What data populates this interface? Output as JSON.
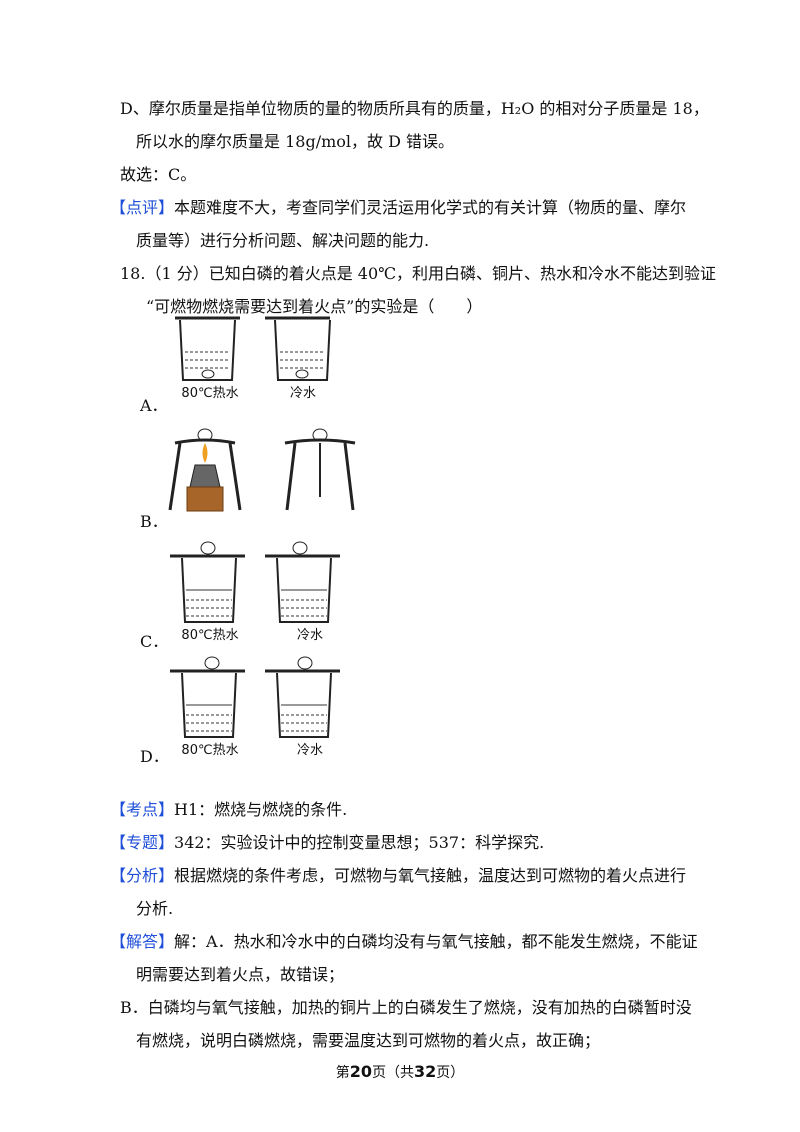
{
  "lines": {
    "d1": "D、摩尔质量是指单位物质的量的物质所具有的质量，H₂O 的相对分子质量是 18，",
    "d2": "所以水的摩尔质量是 18g/mol，故 D 错误。",
    "choice": "故选：C。",
    "dianping_tag": "【点评】",
    "dianping1": "本题难度不大，考查同学们灵活运用化学式的有关计算（物质的量、摩尔",
    "dianping2": "质量等）进行分析问题、解决问题的能力.",
    "q18a": "18.（1 分）已知白磷的着火点是 40℃，利用白磷、铜片、热水和冷水不能达到验证",
    "q18b": "“可燃物燃烧需要达到着火点”的实验是（　　）",
    "kaodian_tag": "【考点】",
    "kaodian": "H1：燃烧与燃烧的条件.",
    "zhuanti_tag": "【专题】",
    "zhuanti": "342：实验设计中的控制变量思想；537：科学探究.",
    "fenxi_tag": "【分析】",
    "fenxi1": "根据燃烧的条件考虑，可燃物与氧气接触，温度达到可燃物的着火点进行",
    "fenxi2": "分析.",
    "jieda_tag": "【解答】",
    "jieda1": "解：A．热水和冷水中的白磷均没有与氧气接触，都不能发生燃烧，不能证",
    "jieda2": "明需要达到着火点，故错误；",
    "b1": "B．白磷均与氧气接触，加热的铜片上的白磷发生了燃烧，没有加热的白磷暂时没",
    "b2": "有燃烧，说明白磷燃烧，需要温度达到可燃物的着火点，故正确；"
  },
  "options": {
    "a": "A．",
    "b": "B．",
    "c": "C．",
    "d": "D．"
  },
  "captions": {
    "hot": "80℃热水",
    "cold": "冷水"
  },
  "footer": {
    "pre": "第",
    "page": "20",
    "mid": "页（共",
    "total": "32",
    "post": "页）"
  },
  "colors": {
    "tag": "#1f4fd8",
    "flame": "#f0a020",
    "wood": "#a8652a"
  }
}
